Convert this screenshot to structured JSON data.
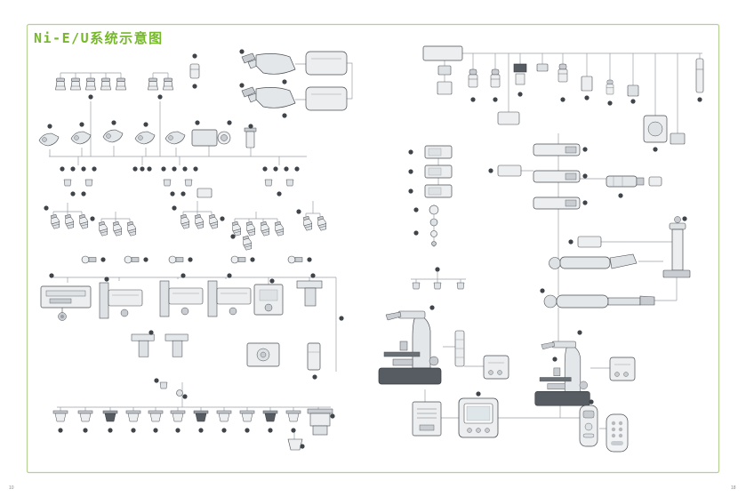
{
  "page": {
    "title": "Ni-E/U系统示意图",
    "page_number_left": "10",
    "page_number_right": "18"
  },
  "colors": {
    "title_green": "#76b82a",
    "border_green": "#b7ce95",
    "connector_gray": "#9aa0a6",
    "component_outline": "#4a4f54",
    "component_fill": "#eceeef",
    "component_fill_dark": "#565c61"
  },
  "diagram": {
    "type": "microscope-system-configuration",
    "groups": [
      "eyepieces",
      "binocular-tubes",
      "tube-boxes",
      "camera-adapter",
      "intermediate-heads",
      "lamphouses",
      "illumination-adapters",
      "filter-wheel",
      "epi-fluorescence-attachment",
      "projection-lens",
      "filter-cubes",
      "filter-sets",
      "objectives",
      "nosepiece-adapters",
      "couplers",
      "stages",
      "stage-brackets",
      "condensers",
      "large-condenser",
      "arms",
      "focus-pillar",
      "microscope-body-left",
      "microscope-body-right",
      "focus-slider",
      "accessory-boxes",
      "power-supply",
      "controller",
      "remote-controls",
      "connector-lines",
      "label-markers"
    ]
  }
}
